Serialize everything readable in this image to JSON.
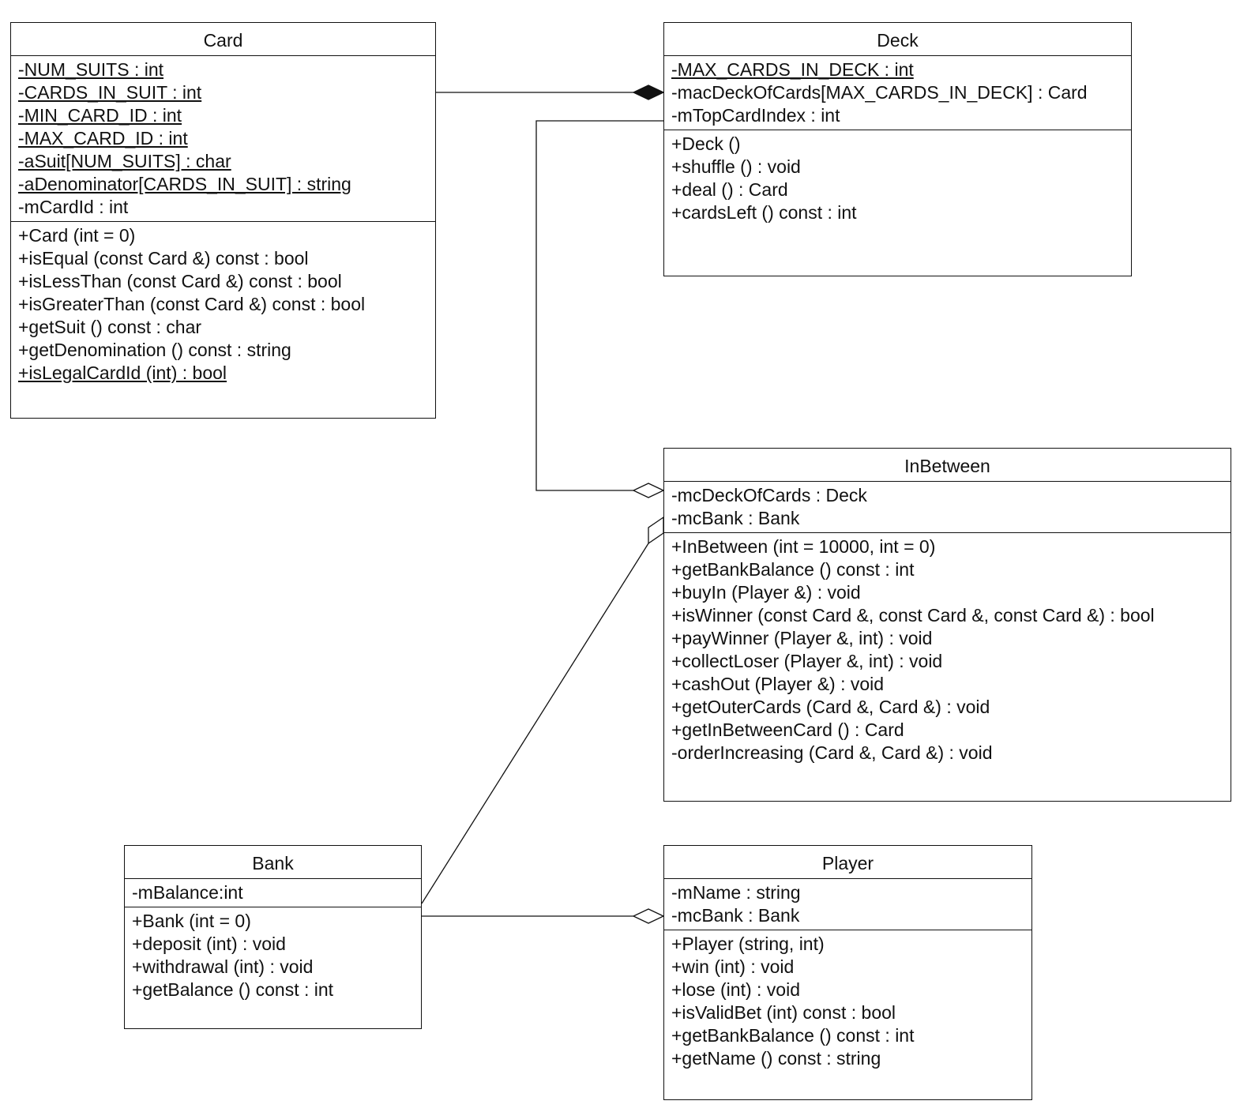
{
  "classes": {
    "card": {
      "name": "Card",
      "attributes": [
        {
          "text": "-NUM_SUITS : int",
          "static": true
        },
        {
          "text": "-CARDS_IN_SUIT : int",
          "static": true
        },
        {
          "text": "-MIN_CARD_ID : int",
          "static": true
        },
        {
          "text": "-MAX_CARD_ID : int",
          "static": true
        },
        {
          "text": "-aSuit[NUM_SUITS] : char",
          "static": true
        },
        {
          "text": "-aDenominator[CARDS_IN_SUIT] : string",
          "static": true
        },
        {
          "text": "-mCardId : int",
          "static": false
        }
      ],
      "operations": [
        {
          "text": "+Card (int = 0)",
          "static": false
        },
        {
          "text": "+isEqual (const Card &) const : bool",
          "static": false
        },
        {
          "text": "+isLessThan (const Card &) const : bool",
          "static": false
        },
        {
          "text": "+isGreaterThan (const Card &) const : bool",
          "static": false
        },
        {
          "text": "+getSuit () const : char",
          "static": false
        },
        {
          "text": "+getDenomination () const : string",
          "static": false
        },
        {
          "text": "+isLegalCardId (int) : bool",
          "static": true
        }
      ]
    },
    "deck": {
      "name": "Deck",
      "attributes": [
        {
          "text": "-MAX_CARDS_IN_DECK : int",
          "static": true
        },
        {
          "text": "-macDeckOfCards[MAX_CARDS_IN_DECK] : Card",
          "static": false
        },
        {
          "text": "-mTopCardIndex : int",
          "static": false
        }
      ],
      "operations": [
        {
          "text": "+Deck ()",
          "static": false
        },
        {
          "text": "+shuffle () : void",
          "static": false
        },
        {
          "text": "+deal () : Card",
          "static": false
        },
        {
          "text": "+cardsLeft () const : int",
          "static": false
        }
      ]
    },
    "inbetween": {
      "name": "InBetween",
      "attributes": [
        {
          "text": "-mcDeckOfCards : Deck",
          "static": false
        },
        {
          "text": "-mcBank : Bank",
          "static": false
        }
      ],
      "operations": [
        {
          "text": "+InBetween (int = 10000, int = 0)",
          "static": false
        },
        {
          "text": "+getBankBalance () const : int",
          "static": false
        },
        {
          "text": "+buyIn (Player &) : void",
          "static": false
        },
        {
          "text": "+isWinner (const Card &, const Card &, const Card &) : bool",
          "static": false
        },
        {
          "text": "+payWinner (Player &, int) : void",
          "static": false
        },
        {
          "text": "+collectLoser (Player &, int) : void",
          "static": false
        },
        {
          "text": "+cashOut (Player &) : void",
          "static": false
        },
        {
          "text": "+getOuterCards (Card &, Card &) : void",
          "static": false
        },
        {
          "text": "+getInBetweenCard () : Card",
          "static": false
        },
        {
          "text": "-orderIncreasing (Card &, Card &) : void",
          "static": false
        }
      ]
    },
    "bank": {
      "name": "Bank",
      "attributes": [
        {
          "text": "-mBalance:int",
          "static": false
        }
      ],
      "operations": [
        {
          "text": "+Bank (int = 0)",
          "static": false
        },
        {
          "text": "+deposit (int) : void",
          "static": false
        },
        {
          "text": "+withdrawal (int) : void",
          "static": false
        },
        {
          "text": "+getBalance () const : int",
          "static": false
        }
      ]
    },
    "player": {
      "name": "Player",
      "attributes": [
        {
          "text": "-mName : string",
          "static": false
        },
        {
          "text": "-mcBank : Bank",
          "static": false
        }
      ],
      "operations": [
        {
          "text": "+Player (string, int)",
          "static": false
        },
        {
          "text": "+win (int) : void",
          "static": false
        },
        {
          "text": "+lose (int) : void",
          "static": false
        },
        {
          "text": "+isValidBet (int) const : bool",
          "static": false
        },
        {
          "text": "+getBankBalance () const : int",
          "static": false
        },
        {
          "text": "+getName () const : string",
          "static": false
        }
      ]
    }
  },
  "relationships": [
    {
      "kind": "composition",
      "from": "card",
      "to": "deck"
    },
    {
      "kind": "aggregation",
      "from": "deck",
      "to": "inbetween"
    },
    {
      "kind": "aggregation",
      "from": "bank",
      "to": "inbetween"
    },
    {
      "kind": "aggregation",
      "from": "bank",
      "to": "player"
    }
  ]
}
